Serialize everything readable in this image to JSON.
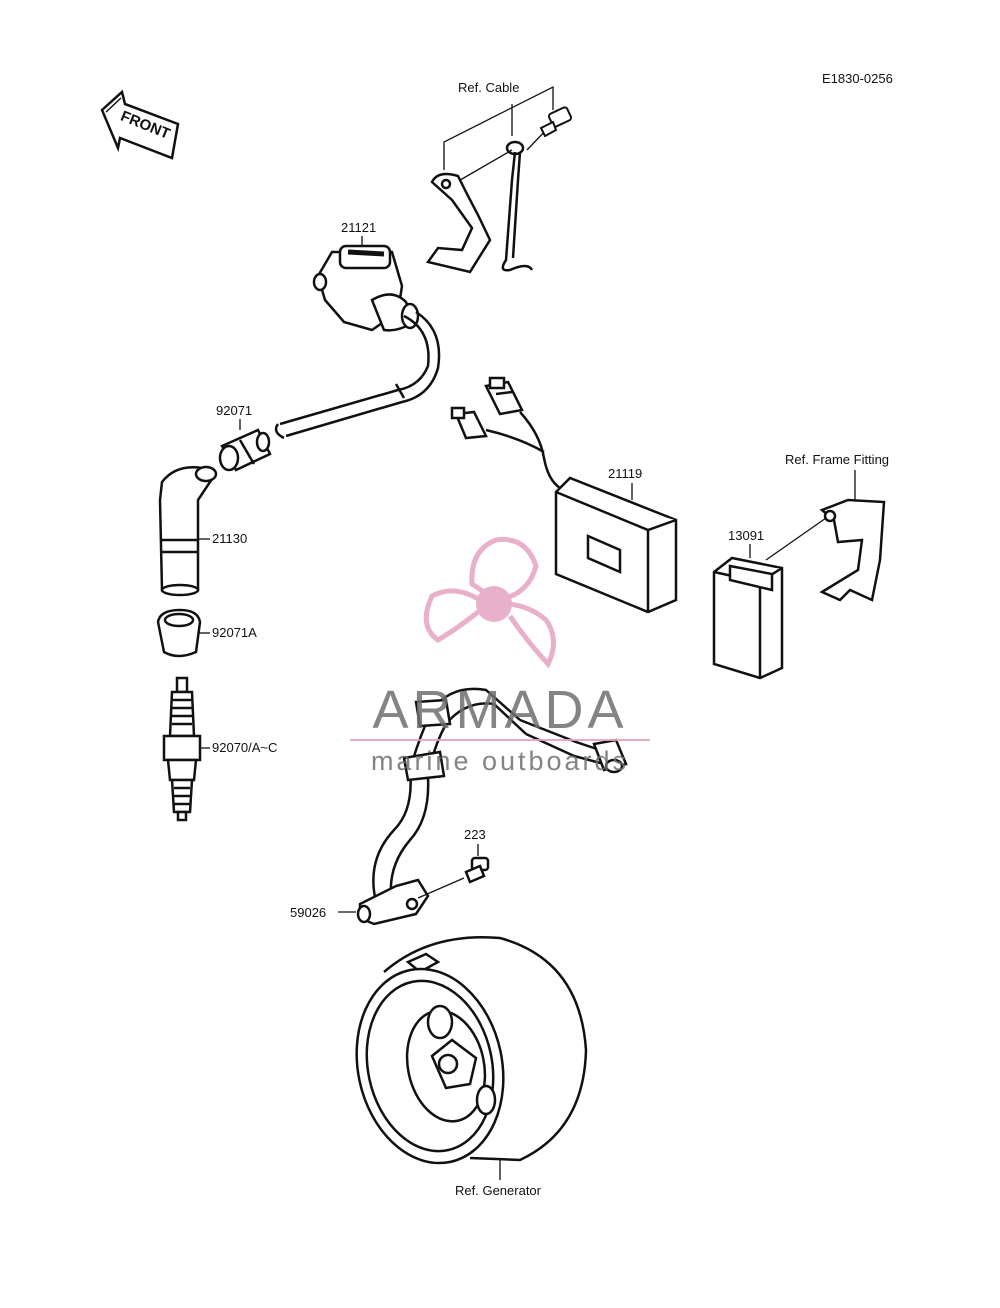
{
  "diagram_code": "E1830-0256",
  "front_arrow": {
    "text": "FRONT",
    "icon": "front-arrow-icon"
  },
  "parts": {
    "p21121": "21121",
    "p92071": "92071",
    "p21130": "21130",
    "p92071A": "92071A",
    "p92070": "92070/A~C",
    "p21119": "21119",
    "p13091": "13091",
    "p223": "223",
    "p59026": "59026"
  },
  "refs": {
    "cable": "Ref. Cable",
    "frame_fitting": "Ref. Frame Fitting",
    "generator": "Ref. Generator"
  },
  "watermark": {
    "brand": "ARMADA",
    "tagline": "marine outboards",
    "icon": "propeller-logo-icon",
    "color": "#e4a3c0",
    "text_color": "#6f6f6f"
  },
  "colors": {
    "line": "#111111",
    "background": "#ffffff"
  }
}
